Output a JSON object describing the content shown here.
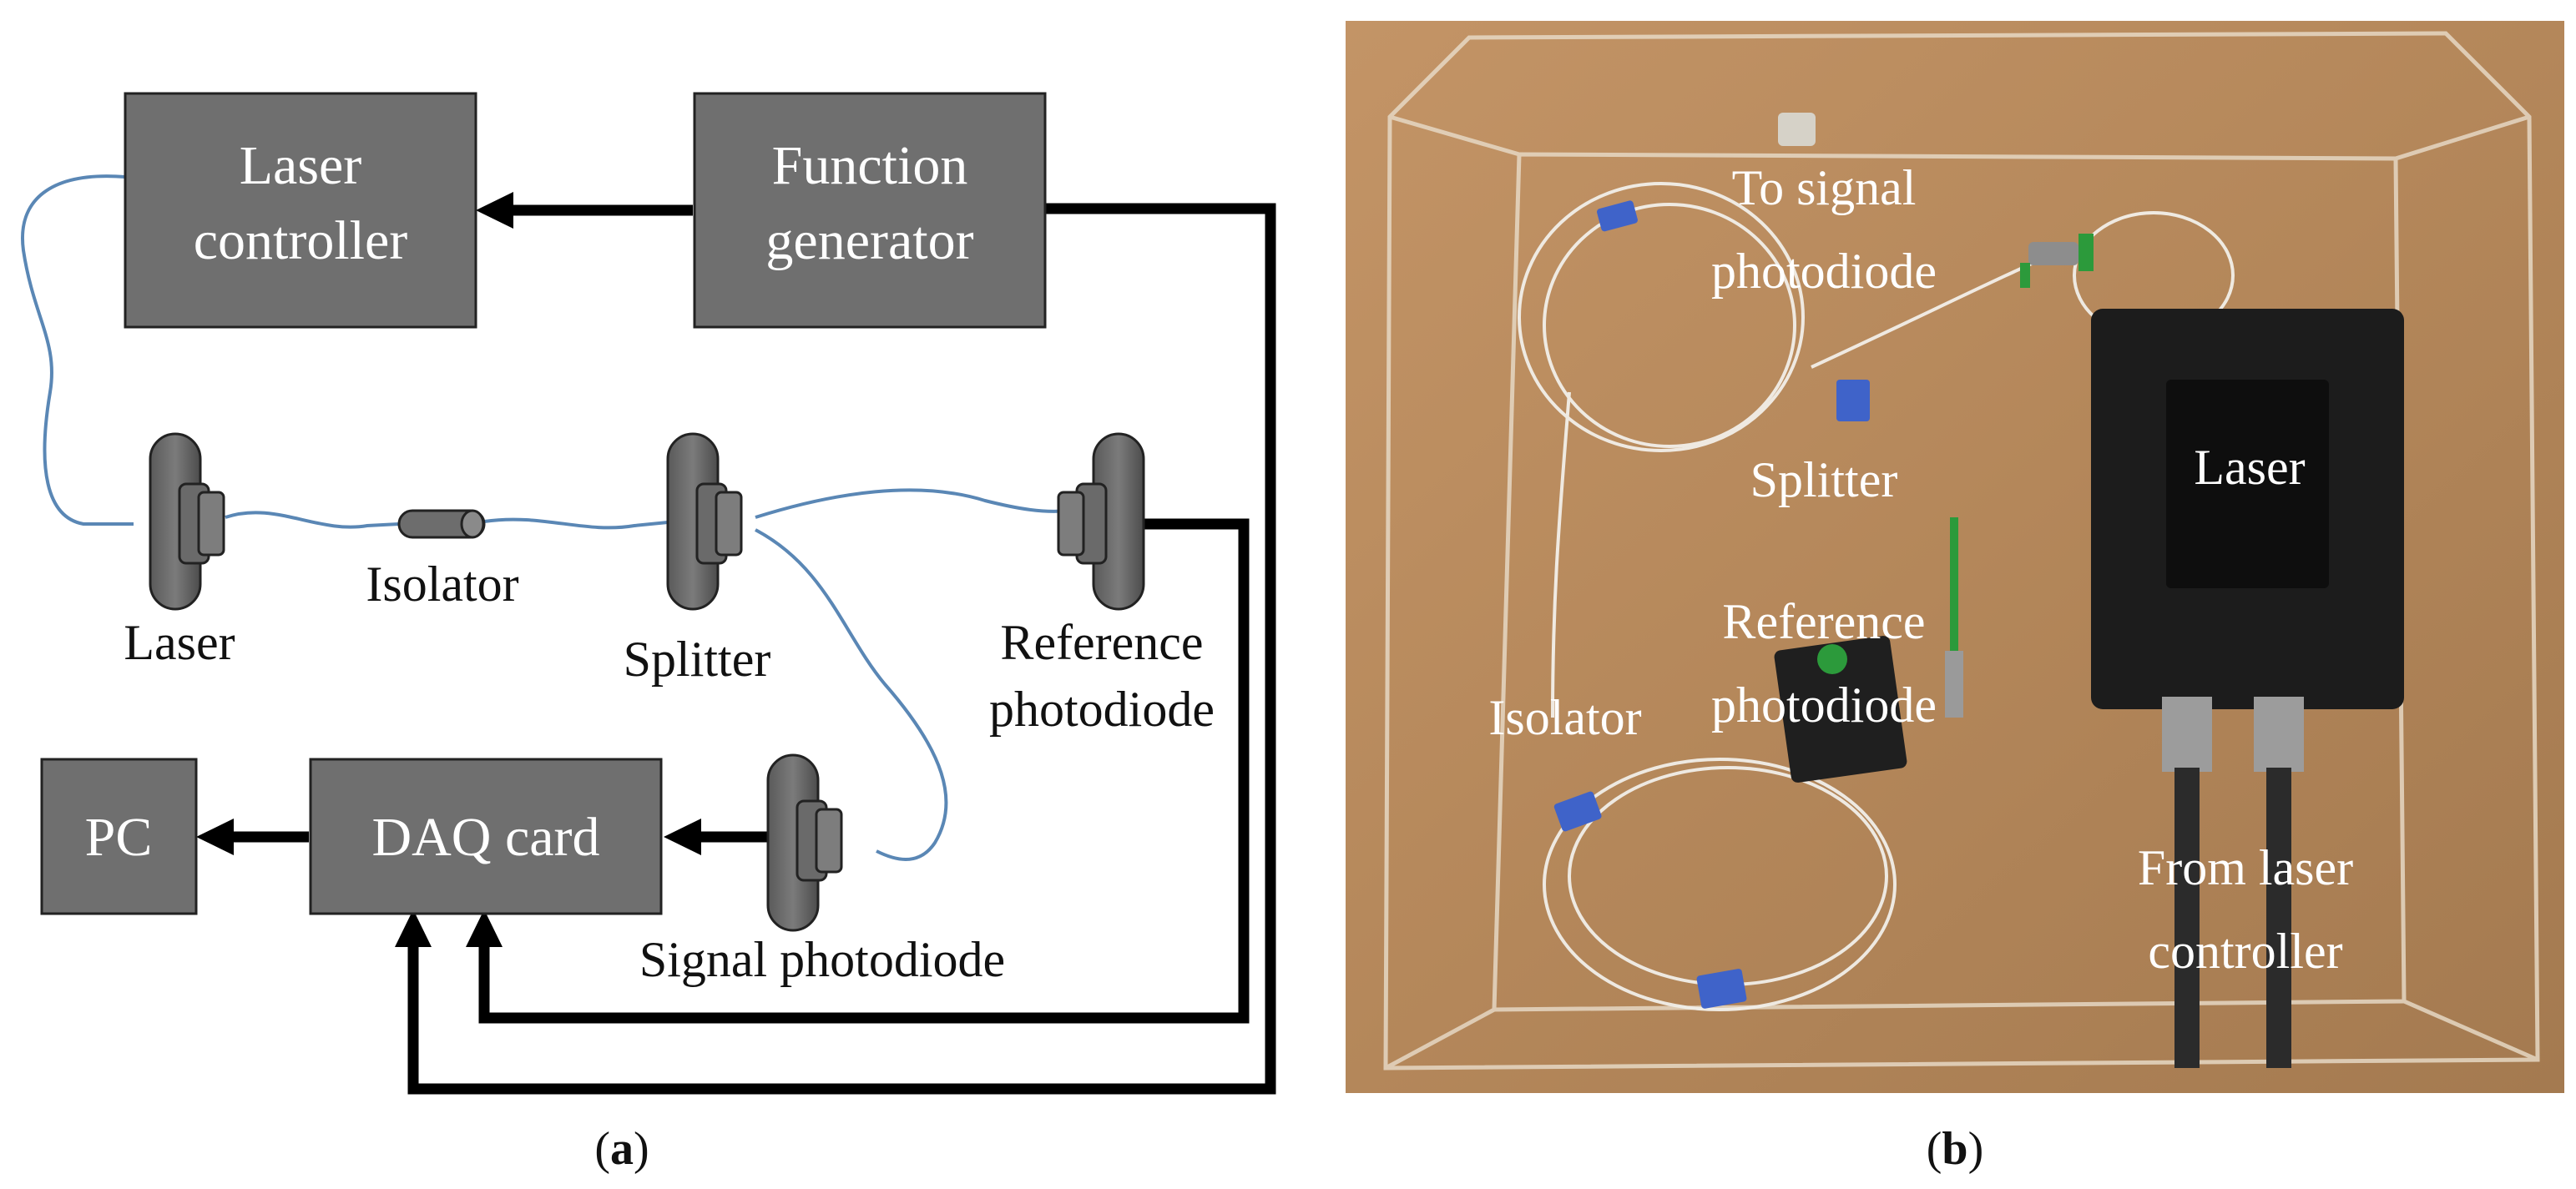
{
  "panel_a": {
    "boxes": {
      "laser_controller": [
        "Laser",
        "controller"
      ],
      "function_generator": [
        "Function",
        "generator"
      ],
      "pc": "PC",
      "daq_card": "DAQ card"
    },
    "components": {
      "laser": "Laser",
      "isolator": "Isolator",
      "splitter": "Splitter",
      "reference_photodiode": [
        "Reference",
        "photodiode"
      ],
      "signal_photodiode": "Signal photodiode"
    },
    "caption_open": "(",
    "caption_letter": "a",
    "caption_close": ")"
  },
  "panel_b": {
    "labels": {
      "to_signal_photodiode": [
        "To signal",
        "photodiode"
      ],
      "splitter": "Splitter",
      "laser": "Laser",
      "reference_photodiode": [
        "Reference",
        "photodiode"
      ],
      "isolator": "Isolator",
      "from_laser_controller": [
        "From laser",
        "controller"
      ]
    },
    "caption_open": "(",
    "caption_letter": "b",
    "caption_close": ")"
  },
  "colors": {
    "box_fill": "#6f6f6f",
    "fiber": "#5a87b5",
    "wire": "#000000",
    "photo_background": "#b88a5a"
  }
}
